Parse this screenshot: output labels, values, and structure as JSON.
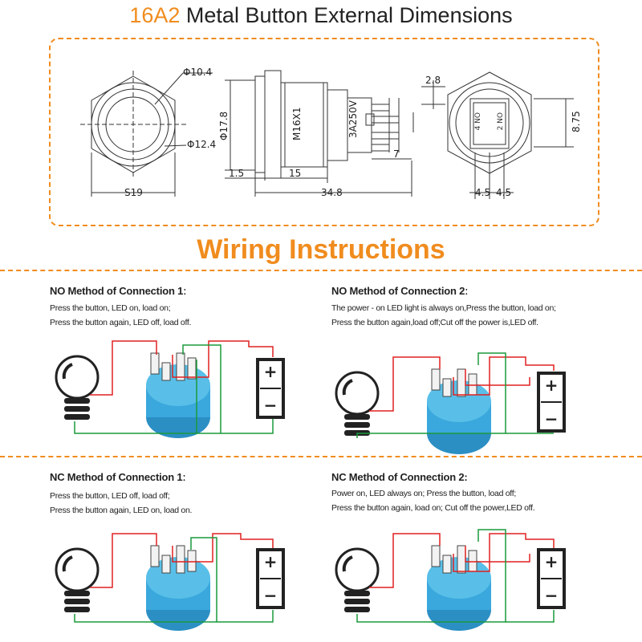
{
  "header": {
    "title_num": "16A2",
    "title_rest": " Metal Button External Dimensions"
  },
  "dimensions": {
    "phi_10_4": "Φ10.4",
    "phi_12_4": "Φ12.4",
    "s19": "S19",
    "phi_17_8": "Φ17.8",
    "m16": "M16X1",
    "d_1_5": "1.5",
    "d_15": "15",
    "d_34_8": "34.8",
    "d_2_8": "2.8",
    "d_7": "7",
    "d_8_75": "8.75",
    "d_4_5_a": "4.5",
    "d_4_5_b": "4.5",
    "rating": "3A250V"
  },
  "wiring": {
    "title": "Wiring Instructions",
    "no1": {
      "heading": "NO Method of Connection 1ː",
      "line1": "Press the button, LED on, load on;",
      "line2": "Press the button again, LED off,  load off."
    },
    "no2": {
      "heading": "NO Method of Connection 2ː",
      "line1": "The power - on LED light is always on,Press the button,  load on;",
      "line2": "Press the button again,load off;Cut off the power is,LED off."
    },
    "nc1": {
      "heading": "NC Method of Connection 1ː",
      "line1": "Press the button,  LED  off,  load  off;",
      "line2": "Press the button again, LED on,  load on."
    },
    "nc2": {
      "heading": "NC Method of Connection 2:",
      "line1": "Power on, LED always on; Press the button,  load off;",
      "line2": "Press the button again,  load on; Cut off the power,LED off."
    }
  },
  "battery": {
    "plus": "+",
    "minus": "−"
  },
  "colors": {
    "accent": "#f08c1e",
    "wire_red": "#e02020",
    "wire_green": "#1a9a3c",
    "switch_body": "#3aa8dd"
  }
}
